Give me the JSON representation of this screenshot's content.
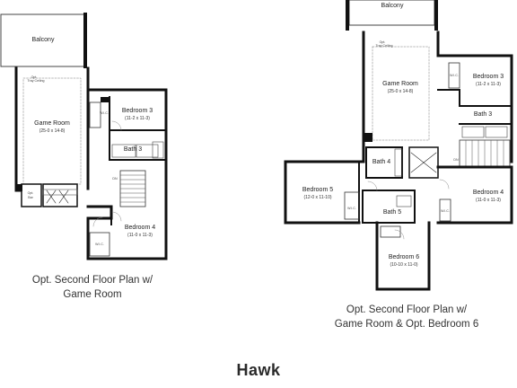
{
  "plan_left": {
    "caption_line1": "Opt. Second Floor Plan w/",
    "caption_line2": "Game Room",
    "rooms": {
      "balcony": "Balcony",
      "game_room": "Game Room",
      "game_room_dim": "(25-0 x 14-8)",
      "opt_ceiling_1": "Opt.",
      "opt_ceiling_2": "Tray Ceiling",
      "bedroom3": "Bedroom 3",
      "bedroom3_dim": "(11-2 x 11-3)",
      "bath3": "Bath 3",
      "bedroom4": "Bedroom 4",
      "bedroom4_dim": "(11-0 x 11-3)",
      "wic_1": "W.I.C.",
      "wic_2": "W.I.C.",
      "dn": "DN",
      "opt": "Opt.",
      "bar": "Bar"
    }
  },
  "plan_right": {
    "caption_line1": "Opt. Second Floor Plan w/",
    "caption_line2": "Game Room & Opt. Bedroom 6",
    "rooms": {
      "balcony": "Balcony",
      "game_room": "Game Room",
      "game_room_dim": "(25-0 x 14-8)",
      "opt_ceiling_1": "Opt.",
      "opt_ceiling_2": "Tray Ceiling",
      "bedroom3": "Bedroom 3",
      "bedroom3_dim": "(11-2 x 11-3)",
      "bath3": "Bath 3",
      "bath4": "Bath 4",
      "bedroom5": "Bedroom 5",
      "bedroom5_dim": "(12-0 x 11-10)",
      "bath5": "Bath 5",
      "bedroom4": "Bedroom 4",
      "bedroom4_dim": "(11-0 x 11-3)",
      "bedroom6": "Bedroom 6",
      "bedroom6_dim": "(10-10 x 11-0)",
      "wic_1": "W.I.C.",
      "wic_2": "W.I.C.",
      "wic_3": "W.I.C.",
      "dn": "DN"
    }
  },
  "title": "Hawk"
}
